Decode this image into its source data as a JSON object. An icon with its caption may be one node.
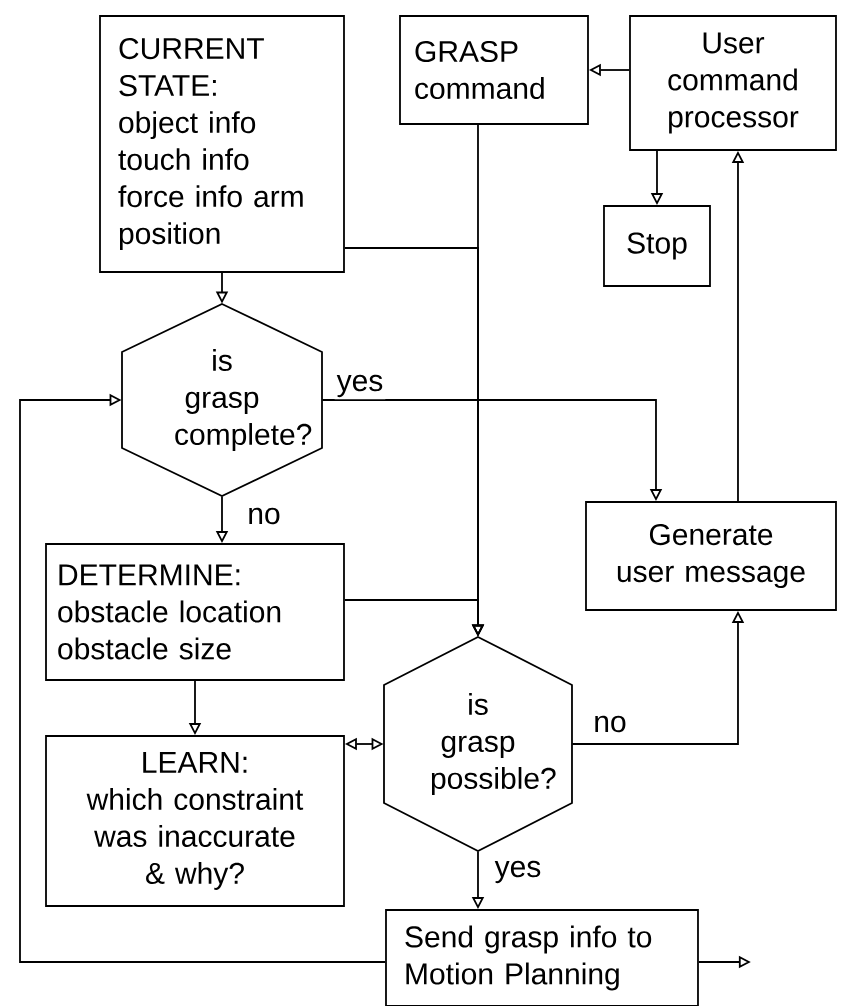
{
  "diagram": {
    "nodes": [
      {
        "text": [
          "CURRENT STATE:",
          "object info touch info force info arm position"
        ]
      },
      {
        "text": [
          "GRASP command"
        ]
      },
      {
        "text": [
          "User command processor"
        ]
      },
      {
        "text": [
          "Stop"
        ]
      },
      {
        "text": [
          "is grasp complete?"
        ]
      },
      {
        "text": [
          "Generate user message"
        ]
      },
      {
        "text": [
          "DETERMINE:",
          "obstacle location obstacle size"
        ]
      },
      {
        "text": [
          "LEARN:",
          "which constraint was inaccurate & why?"
        ]
      },
      {
        "text": [
          "is grasp possible?"
        ]
      },
      {
        "text": [
          "Send grasp info to Motion Planning"
        ]
      }
    ],
    "edges": [
      {
        "from": 2,
        "to": 1,
        "arrow": "to"
      },
      {
        "from": 2,
        "to": 3,
        "arrow": "to"
      },
      {
        "from": 0,
        "to": 4,
        "arrow": "to"
      },
      {
        "from": 0,
        "to": 8,
        "arrow": "to"
      },
      {
        "from": 1,
        "to": 8,
        "arrow": "to"
      },
      {
        "from": 4,
        "to": 5,
        "arrow": "to",
        "label": "yes"
      },
      {
        "from": 4,
        "to": 6,
        "arrow": "to",
        "label": "no"
      },
      {
        "from": 6,
        "to": 8,
        "arrow": "to"
      },
      {
        "from": 6,
        "to": 7,
        "arrow": "to"
      },
      {
        "from": 7,
        "to": 8,
        "arrow": "both"
      },
      {
        "from": 8,
        "to": 5,
        "arrow": "to",
        "label": "no"
      },
      {
        "from": 5,
        "to": 2,
        "arrow": "to"
      },
      {
        "from": 8,
        "to": 9,
        "arrow": "to",
        "label": "yes"
      },
      {
        "from": 9,
        "to": 4,
        "arrow": "to"
      },
      {
        "from": 9,
        "to": null,
        "arrow": "to"
      }
    ]
  }
}
